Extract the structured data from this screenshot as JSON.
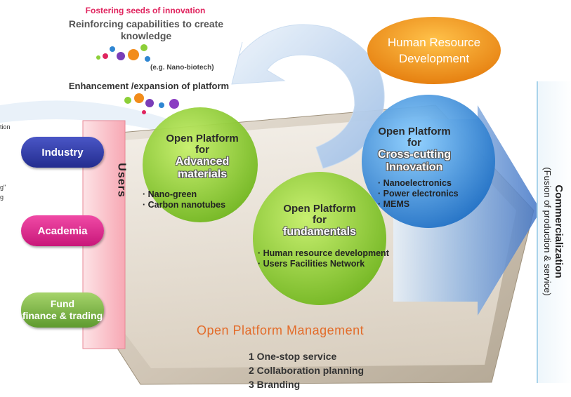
{
  "colors": {
    "accent_red": "#e0245e",
    "orange_hr": "#f09a1a",
    "industry": "#2e3aa8",
    "academia": "#e8349a",
    "fund": "#7fb447",
    "green_circle": "#8ccf38",
    "blue_circle": "#2f86d2",
    "management_orange": "#e36c2a"
  },
  "top": {
    "fostering": "Fostering seeds of innovation",
    "reinforcing": "Reinforcing capabilities to create knowledge",
    "nano_biotech": "(e.g. Nano-biotech)",
    "enhancement": "Enhancement /expansion of platform"
  },
  "human_resource": "Human Resource Development",
  "left_fragments": [
    "tion",
    "g\"",
    "g"
  ],
  "users_label": "Users",
  "actors": [
    {
      "label": "Industry",
      "icon": "industry-pill"
    },
    {
      "label": "Academia",
      "icon": "academia-pill"
    },
    {
      "label": "Fund\nfinance & trading",
      "icon": "fund-pill"
    }
  ],
  "platforms": [
    {
      "title": "Open Platform\nfor",
      "sub": "Advanced materials",
      "items": [
        "Nano-green",
        "Carbon nanotubes"
      ]
    },
    {
      "title": "Open Platform\nfor",
      "sub": "fundamentals",
      "items": [
        "Human resource development",
        "Users Facilities Network"
      ]
    },
    {
      "title": "Open Platform\nfor",
      "sub": "Cross-cutting\nInnovation",
      "items": [
        "Nanoelectronics",
        "Power electronics",
        "MEMS"
      ]
    }
  ],
  "management": {
    "title": "Open Platform Management",
    "steps": [
      "1 One-stop service",
      "2 Collaboration planning",
      "3 Branding"
    ]
  },
  "commercialization": {
    "title": "Commercialization",
    "subtitle": "(Fusion of production & service)"
  }
}
